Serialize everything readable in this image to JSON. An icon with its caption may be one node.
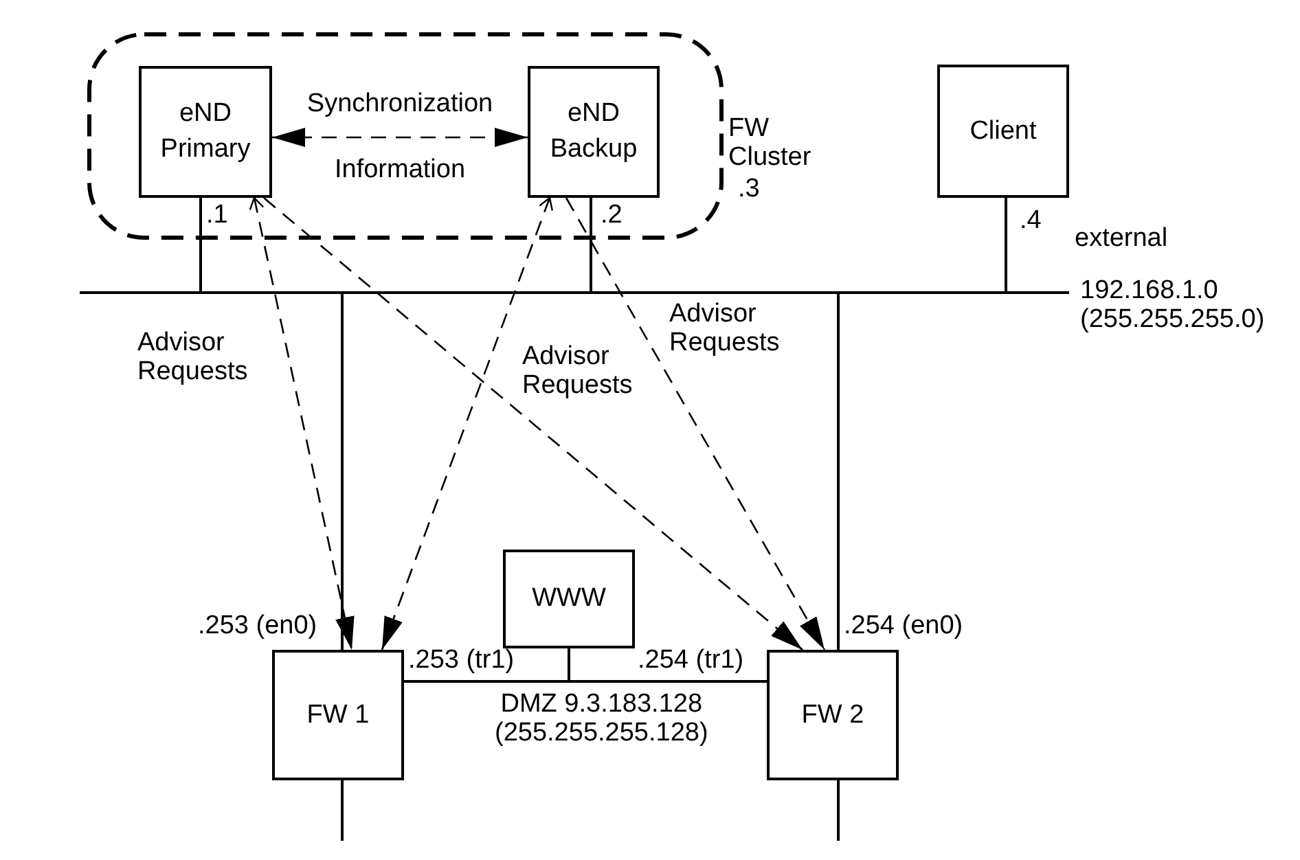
{
  "diagram": {
    "nodes": [
      {
        "text": [
          "FW Cluster"
        ],
        "beside": [
          ".3"
        ]
      },
      {
        "text": [
          "eND Primary"
        ],
        "in": 0
      },
      {
        "text": [
          "eND Backup"
        ],
        "in": 0
      },
      {
        "text": [
          "Client"
        ]
      },
      {
        "text": [],
        "shape": "bar",
        "beside": [
          "external",
          "192.168.1.0 (255.255.255.0)"
        ]
      },
      {
        "text": [
          "WWW"
        ]
      },
      {
        "text": [
          "FW 1"
        ]
      },
      {
        "text": [
          "FW 2"
        ]
      },
      {
        "text": [],
        "shape": "bar",
        "beside": [
          "DMZ 9.3.183.128 (255.255.255.128)"
        ]
      }
    ],
    "edges": [
      {
        "from": 1,
        "to": 2,
        "arrow": "both",
        "style": "dashed",
        "label": "Synchronization Information"
      },
      {
        "from": 1,
        "to": 4,
        "arrow": "none"
      },
      {
        "from": 2,
        "to": 4,
        "arrow": "none"
      },
      {
        "from": 3,
        "to": 4,
        "arrow": "none"
      },
      {
        "from": 4,
        "to": 6,
        "arrow": "none"
      },
      {
        "from": 4,
        "to": 7,
        "arrow": "none"
      },
      {
        "from": 5,
        "to": 8,
        "arrow": "none"
      },
      {
        "from": 6,
        "to": 8,
        "arrow": "none"
      },
      {
        "from": 8,
        "to": 7,
        "arrow": "none"
      },
      {
        "from": 6,
        "to": null,
        "arrow": "none"
      },
      {
        "from": 7,
        "to": null,
        "arrow": "none"
      },
      {
        "from": 1,
        "to": 6,
        "arrow": "both",
        "style": "dashed"
      },
      {
        "from": 1,
        "to": 7,
        "arrow": "to",
        "style": "dashed"
      },
      {
        "from": 2,
        "to": 6,
        "arrow": "both",
        "style": "dashed"
      },
      {
        "from": 2,
        "to": 7,
        "arrow": "to",
        "style": "dashed"
      }
    ],
    "labels": [
      ".1",
      ".2",
      ".4",
      "Advisor Requests",
      "Advisor Requests",
      "Advisor Requests",
      ".253 (en0)",
      ".254 (en0)",
      ".253 (tr1)",
      ".254 (tr1)"
    ]
  }
}
